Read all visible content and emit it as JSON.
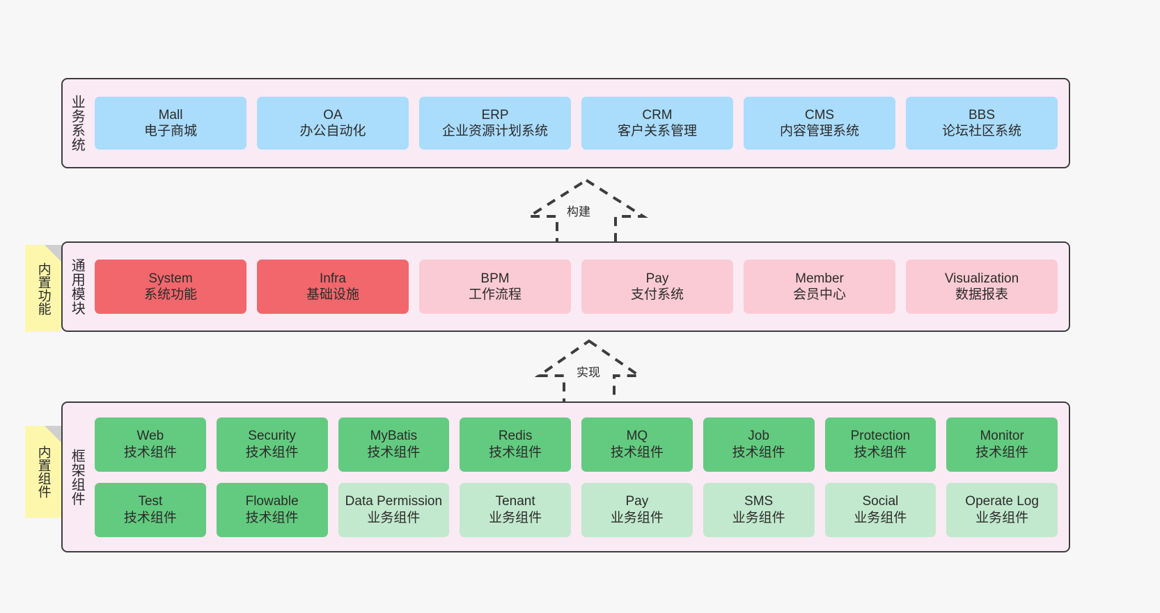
{
  "diagram": {
    "background_color": "#f7f7f7",
    "panel_color": "#faeaf4",
    "panel_border_color": "#3d3d3d",
    "sticky_color": "#fcf7ab"
  },
  "layers": [
    {
      "id": "business",
      "title": "业务系统",
      "sticky": null,
      "rows": [
        {
          "tiles": [
            {
              "en": "Mall",
              "cn": "电子商城",
              "style": "t-blue",
              "color": "#aadcfb"
            },
            {
              "en": "OA",
              "cn": "办公自动化",
              "style": "t-blue",
              "color": "#aadcfb"
            },
            {
              "en": "ERP",
              "cn": "企业资源计划系统",
              "style": "t-blue",
              "color": "#aadcfb"
            },
            {
              "en": "CRM",
              "cn": "客户关系管理",
              "style": "t-blue",
              "color": "#aadcfb"
            },
            {
              "en": "CMS",
              "cn": "内容管理系统",
              "style": "t-blue",
              "color": "#aadcfb"
            },
            {
              "en": "BBS",
              "cn": "论坛社区系统",
              "style": "t-blue",
              "color": "#aadcfb"
            }
          ]
        }
      ]
    },
    {
      "id": "common",
      "title": "通用模块",
      "sticky": "内置功能",
      "rows": [
        {
          "tiles": [
            {
              "en": "System",
              "cn": "系统功能",
              "style": "t-red",
              "color": "#f2676c"
            },
            {
              "en": "Infra",
              "cn": "基础设施",
              "style": "t-red",
              "color": "#f2676c"
            },
            {
              "en": "BPM",
              "cn": "工作流程",
              "style": "t-pink",
              "color": "#fbcbd5"
            },
            {
              "en": "Pay",
              "cn": "支付系统",
              "style": "t-pink",
              "color": "#fbcbd5"
            },
            {
              "en": "Member",
              "cn": "会员中心",
              "style": "t-pink",
              "color": "#fbcbd5"
            },
            {
              "en": "Visualization",
              "cn": "数据报表",
              "style": "t-pink",
              "color": "#fbcbd5"
            }
          ]
        }
      ]
    },
    {
      "id": "framework",
      "title": "框架组件",
      "sticky": "内置组件",
      "rows": [
        {
          "tiles": [
            {
              "en": "Web",
              "cn": "技术组件",
              "style": "t-green",
              "color": "#63cb7f"
            },
            {
              "en": "Security",
              "cn": "技术组件",
              "style": "t-green",
              "color": "#63cb7f"
            },
            {
              "en": "MyBatis",
              "cn": "技术组件",
              "style": "t-green",
              "color": "#63cb7f"
            },
            {
              "en": "Redis",
              "cn": "技术组件",
              "style": "t-green",
              "color": "#63cb7f"
            },
            {
              "en": "MQ",
              "cn": "技术组件",
              "style": "t-green",
              "color": "#63cb7f"
            },
            {
              "en": "Job",
              "cn": "技术组件",
              "style": "t-green",
              "color": "#63cb7f"
            },
            {
              "en": "Protection",
              "cn": "技术组件",
              "style": "t-green",
              "color": "#63cb7f"
            },
            {
              "en": "Monitor",
              "cn": "技术组件",
              "style": "t-green",
              "color": "#63cb7f"
            }
          ]
        },
        {
          "tiles": [
            {
              "en": "Test",
              "cn": "技术组件",
              "style": "t-green",
              "color": "#63cb7f"
            },
            {
              "en": "Flowable",
              "cn": "技术组件",
              "style": "t-green",
              "color": "#63cb7f"
            },
            {
              "en": "Data Permission",
              "cn": "业务组件",
              "style": "t-lgreen",
              "color": "#c2e9cd"
            },
            {
              "en": "Tenant",
              "cn": "业务组件",
              "style": "t-lgreen",
              "color": "#c2e9cd"
            },
            {
              "en": "Pay",
              "cn": "业务组件",
              "style": "t-lgreen",
              "color": "#c2e9cd"
            },
            {
              "en": "SMS",
              "cn": "业务组件",
              "style": "t-lgreen",
              "color": "#c2e9cd"
            },
            {
              "en": "Social",
              "cn": "业务组件",
              "style": "t-lgreen",
              "color": "#c2e9cd"
            },
            {
              "en": "Operate Log",
              "cn": "业务组件",
              "style": "t-lgreen",
              "color": "#c2e9cd"
            }
          ]
        }
      ]
    }
  ],
  "connectors": [
    {
      "id": "build",
      "label": "构建",
      "direction": "up",
      "style": "dashed-hollow-arrow"
    },
    {
      "id": "impl",
      "label": "实现",
      "direction": "up",
      "style": "dashed-hollow-arrow"
    }
  ]
}
